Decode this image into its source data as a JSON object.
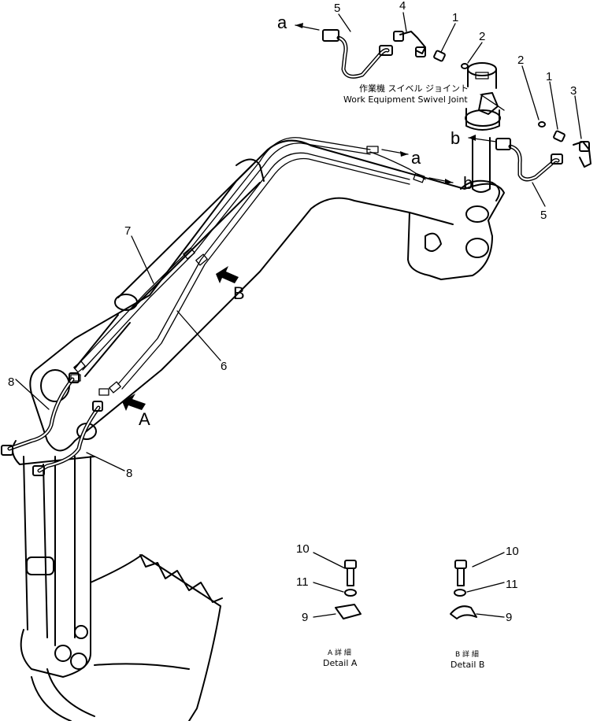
{
  "callouts": {
    "n1": "1",
    "n2": "2",
    "n3": "3",
    "n4": "4",
    "n5": "5",
    "n6": "6",
    "n7": "7",
    "n8": "8",
    "n9": "9",
    "n10": "10",
    "n11": "11"
  },
  "refs": {
    "a": "a",
    "b": "b",
    "A": "A",
    "B": "B"
  },
  "swivel_joint": {
    "label_jp": "作業機 スイベル ジョイント",
    "label_en": "Work Equipment Swivel Joint"
  },
  "details": {
    "a_jp": "A 詳 細",
    "a_en": "Detail A",
    "b_jp": "B 詳 細",
    "b_en": "Detail B"
  }
}
